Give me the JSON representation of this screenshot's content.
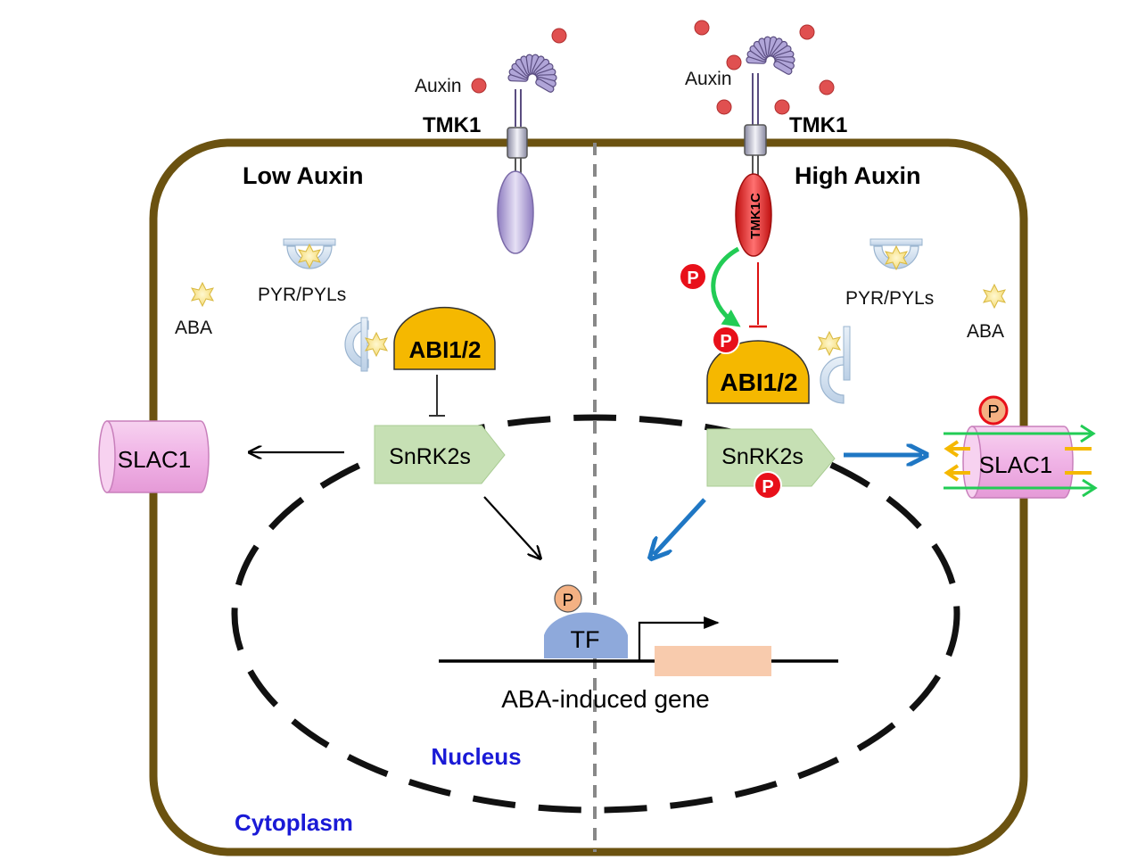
{
  "labels": {
    "low_auxin": "Low Auxin",
    "high_auxin": "High Auxin",
    "auxin_left": "Auxin",
    "auxin_right": "Auxin",
    "tmk1_left": "TMK1",
    "tmk1_right": "TMK1",
    "tmk1c": "TMK1C",
    "pyr_left": "PYR/PYLs",
    "pyr_right": "PYR/PYLs",
    "aba_left": "ABA",
    "aba_right": "ABA",
    "abi_left": "ABI1/2",
    "abi_right": "ABI1/2",
    "snrk_left": "SnRK2s",
    "snrk_right": "SnRK2s",
    "slac_left": "SLAC1",
    "slac_right": "SLAC1",
    "tf": "TF",
    "gene": "ABA-induced gene",
    "nucleus": "Nucleus",
    "cytoplasm": "Cytoplasm",
    "phospho": "P"
  },
  "colors": {
    "cell_wall": "#6b5210",
    "divider": "#888888",
    "abi": "#f5b800",
    "snrk": "#c6e0b4",
    "slac": "#f0b3e6",
    "tf": "#8ea9db",
    "gene_box": "#f8cbad",
    "phospho_red": "#e8101a",
    "phospho_orange": "#f4b183",
    "auxin_dot": "#e05050",
    "tmk1c": "#e03030",
    "receptor_purple": "#a899cc",
    "blue_arrow": "#1f77c4",
    "green_arrow": "#22cc55",
    "red_inhibit": "#dd1111",
    "nucleus_label": "#1a1ad6",
    "ion_yellow": "#f5b800"
  }
}
